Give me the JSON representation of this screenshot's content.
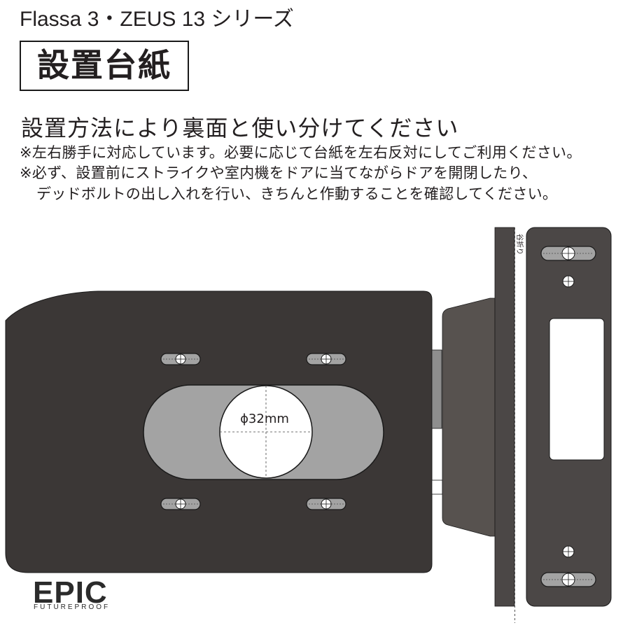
{
  "header": {
    "series": "Flassa 3・ZEUS 13 シリーズ",
    "title": "設置台紙"
  },
  "instructions": {
    "lead": "設置方法により裏面と使い分けてください",
    "notes": [
      "※左右勝手に対応しています。必要に応じて台紙を左右反対にしてご利用ください。",
      "※必ず、設置前にストライクや室内機をドアに当てながらドアを開閉したり、",
      "デッドボルトの出し入れを行い、きちんと作動することを確認してください。"
    ]
  },
  "diagram": {
    "hole_label": "ϕ32mm",
    "fold_label": "谷折り",
    "colors": {
      "body": "#3b3736",
      "inner": "#57524f",
      "plate": "#4b4746",
      "slot": "#a3a3a3",
      "deadbolt": "#8e8e8e",
      "hole": "#ffffff",
      "ink": "#1a1a1a",
      "text": "#231f20"
    }
  },
  "logo": {
    "brand": "EPIC",
    "tagline": "FUTUREPROOF"
  }
}
